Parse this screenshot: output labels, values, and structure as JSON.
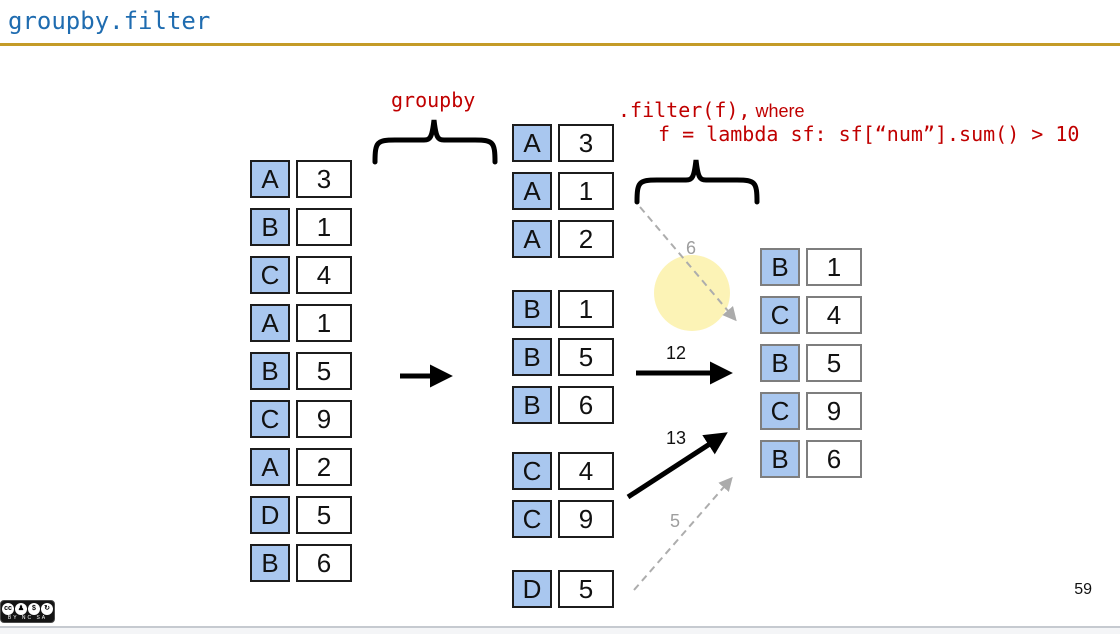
{
  "slide": {
    "title": "groupby.filter",
    "page_number": "59",
    "annotations": {
      "groupby_label": "groupby",
      "filter_code": ".filter(f),",
      "filter_where": " where",
      "filter_lambda": "f = lambda sf: sf[“num”].sum() > 10"
    },
    "left_table": {
      "rows": [
        [
          "A",
          "3"
        ],
        [
          "B",
          "1"
        ],
        [
          "C",
          "4"
        ],
        [
          "A",
          "1"
        ],
        [
          "B",
          "5"
        ],
        [
          "C",
          "9"
        ],
        [
          "A",
          "2"
        ],
        [
          "D",
          "5"
        ],
        [
          "B",
          "6"
        ]
      ]
    },
    "groups": [
      {
        "key": "A",
        "rows": [
          [
            "A",
            "3"
          ],
          [
            "A",
            "1"
          ],
          [
            "A",
            "2"
          ]
        ],
        "sum": "6",
        "kept": false
      },
      {
        "key": "B",
        "rows": [
          [
            "B",
            "1"
          ],
          [
            "B",
            "5"
          ],
          [
            "B",
            "6"
          ]
        ],
        "sum": "12",
        "kept": true
      },
      {
        "key": "C",
        "rows": [
          [
            "C",
            "4"
          ],
          [
            "C",
            "9"
          ]
        ],
        "sum": "13",
        "kept": true
      },
      {
        "key": "D",
        "rows": [
          [
            "D",
            "5"
          ]
        ],
        "sum": "5",
        "kept": false
      }
    ],
    "result_table": {
      "rows": [
        [
          "B",
          "1"
        ],
        [
          "C",
          "4"
        ],
        [
          "B",
          "5"
        ],
        [
          "C",
          "9"
        ],
        [
          "B",
          "6"
        ]
      ]
    },
    "license_badge": {
      "label": "CC BY-NC-SA",
      "icons": [
        "cc",
        "♟",
        "$",
        "↻"
      ],
      "caption": "BY NC SA"
    },
    "colors": {
      "title_blue": "#1f6cb0",
      "underline_gold": "#c49b28",
      "annotation_red": "#c00000",
      "box_blue": "#a9c7ef",
      "arrow_gray": "#adadad",
      "highlight_yellow": "#fbf1a9"
    }
  }
}
